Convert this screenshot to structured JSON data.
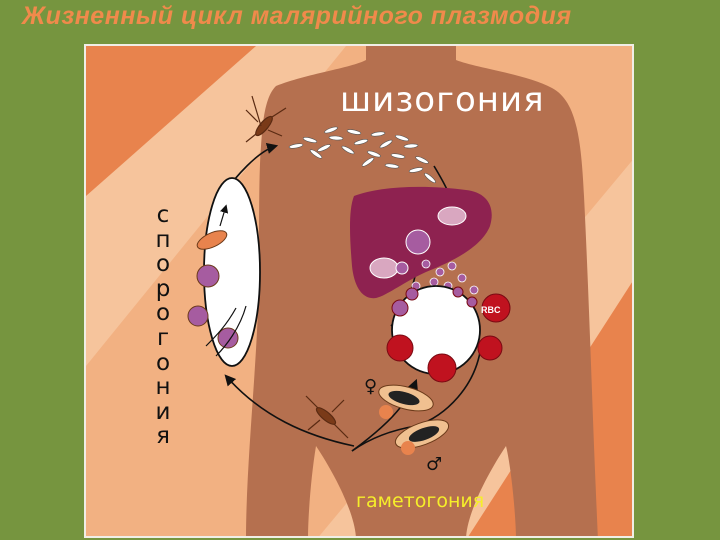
{
  "slide": {
    "title": "Жизненный цикл малярийного плазмодия"
  },
  "diagram": {
    "stage_schizogony": "шизогония",
    "stage_gametogony": "гаметогония",
    "stage_sporogony": "спорогония",
    "rbc_label": "RBC",
    "female_symbol": "♀",
    "male_symbol": "♂"
  },
  "colors": {
    "background": "#76953f",
    "title": "#f08a4b",
    "body": "#b5704f",
    "liver": "#8e2250",
    "red_blood_cell": "#c0121f",
    "gametogony_label": "#f5ee2a"
  }
}
